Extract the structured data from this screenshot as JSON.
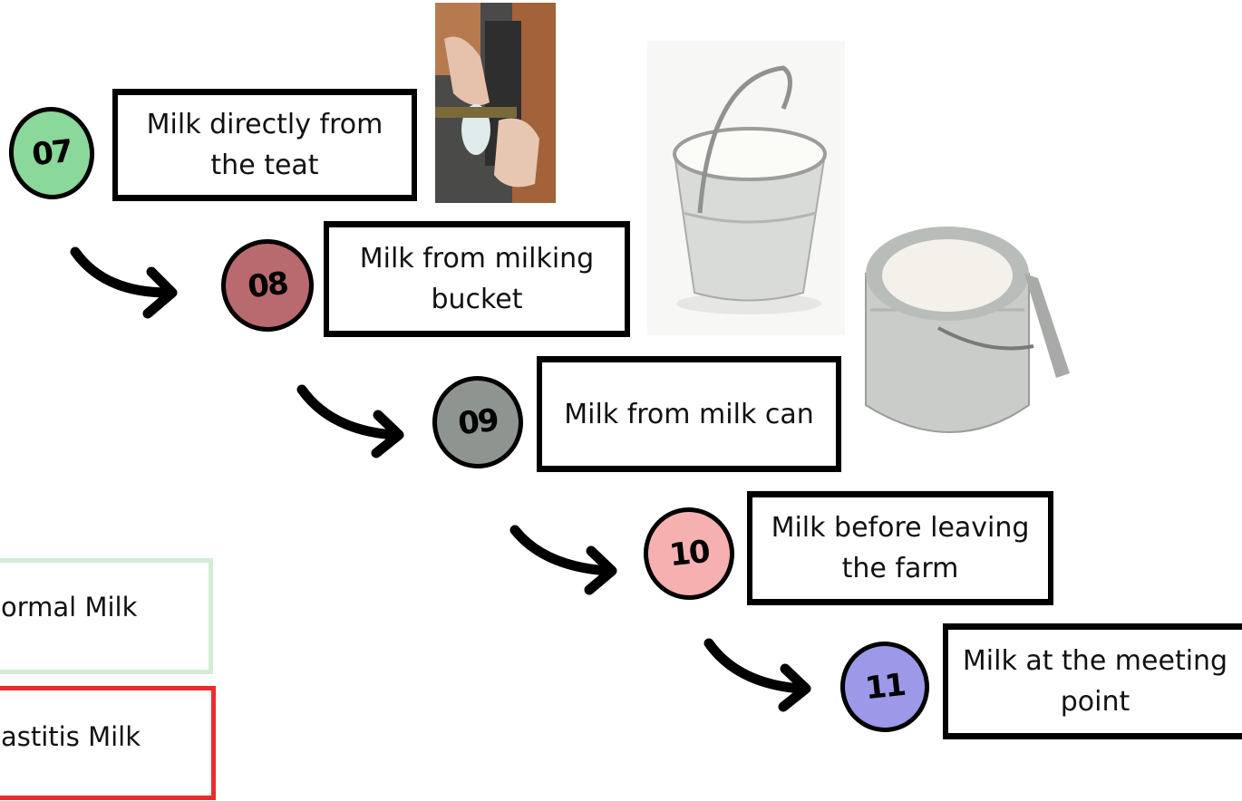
{
  "steps": [
    {
      "number": "07",
      "label": "Milk directly from the teat",
      "color": "#8bd89b"
    },
    {
      "number": "08",
      "label": "Milk from milking bucket",
      "color": "#b96a6e"
    },
    {
      "number": "09",
      "label": "Milk from milk can",
      "color": "#8e948f"
    },
    {
      "number": "10",
      "label": "Milk before leaving the farm",
      "color": "#f6b0b0"
    },
    {
      "number": "11",
      "label": "Milk at the meeting point",
      "color": "#9b99e8"
    }
  ],
  "legend": [
    {
      "label": "ormal Milk",
      "color": "#d3ecd9"
    },
    {
      "label": "astitis Milk",
      "color": "#ee2a2f"
    }
  ],
  "icons": [
    "teat-milking-photo",
    "milking-bucket-photo",
    "milk-can-photo",
    "arrow-icon"
  ]
}
